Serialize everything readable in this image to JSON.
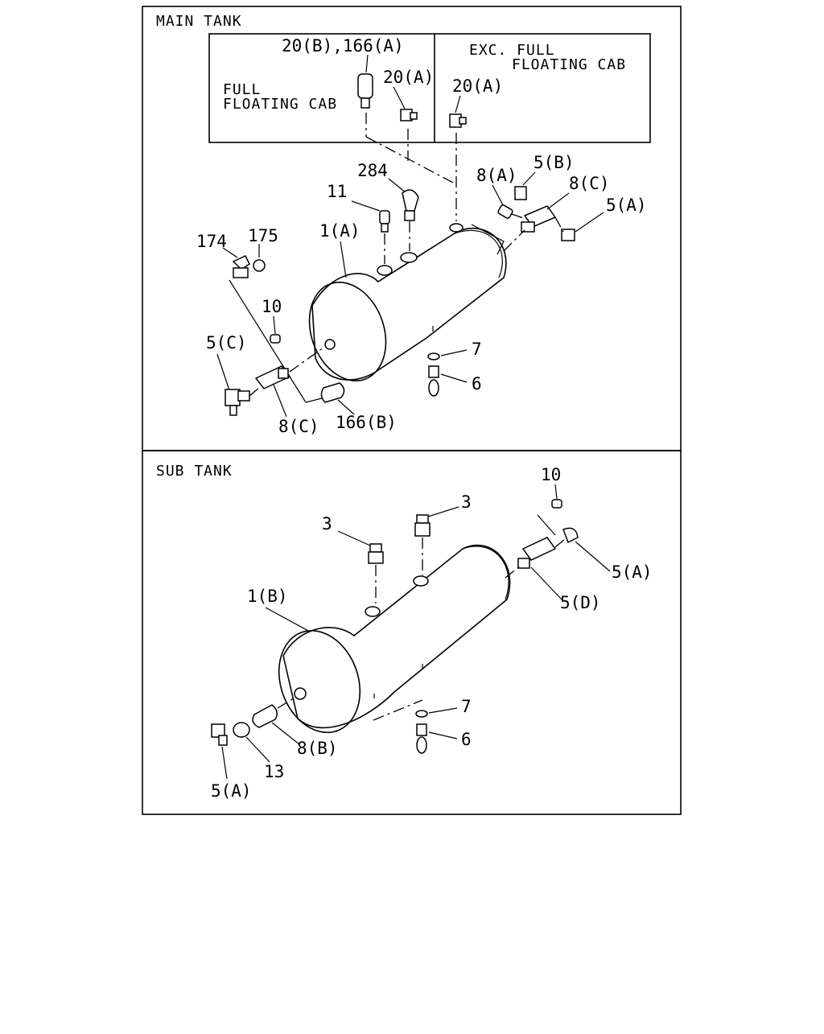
{
  "main": {
    "title": "MAIN TANK",
    "inset": {
      "left_label_1": "FULL",
      "left_label_2": "FLOATING CAB",
      "right_label_1": "EXC. FULL",
      "right_label_2": "FLOATING CAB",
      "callout_top": "20(B),166(A)",
      "callout_left_20a": "20(A)",
      "callout_right_20a": "20(A)"
    },
    "callouts": {
      "c284": "284",
      "c11": "11",
      "c1a": "1(A)",
      "c174": "174",
      "c175": "175",
      "c10": "10",
      "c5c": "5(C)",
      "c8c_bottom": "8(C)",
      "c166b": "166(B)",
      "c7": "7",
      "c6": "6",
      "c8a": "8(A)",
      "c5b": "5(B)",
      "c8c_top": "8(C)",
      "c5a": "5(A)"
    }
  },
  "sub": {
    "title": "SUB TANK",
    "callouts": {
      "c10": "10",
      "c3_left": "3",
      "c3_right": "3",
      "c5a_right": "5(A)",
      "c1b": "1(B)",
      "c5d": "5(D)",
      "c7": "7",
      "c6": "6",
      "c8b": "8(B)",
      "c13": "13",
      "c5a_left": "5(A)"
    }
  }
}
